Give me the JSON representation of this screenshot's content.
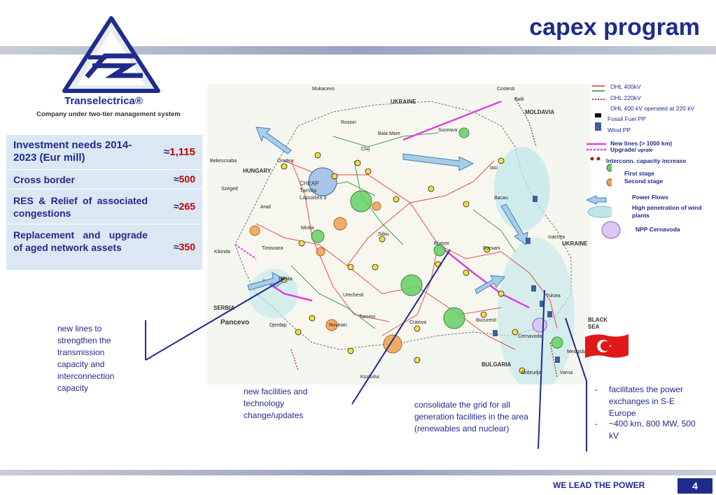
{
  "slide": {
    "title": "capex program",
    "company_name": "Transelectrica®",
    "company_tagline": "Company under two-tier management system",
    "footer_slogan": "WE LEAD THE POWER",
    "page_number": "4"
  },
  "investment_table": {
    "rows": [
      {
        "label": "Investment needs 2014-2023 (Eur mill)",
        "approx": "≈",
        "value": "1,115"
      },
      {
        "label": "Cross border",
        "approx": "≈",
        "value": "500"
      },
      {
        "label": "RES & Relief of associated congestions",
        "approx": "≈",
        "value": "265"
      },
      {
        "label": "Replacement and upgrade of aged network assets",
        "approx": "≈",
        "value": "350"
      }
    ]
  },
  "legend": {
    "ohl400": "OHL 400kV",
    "ohl220": "OHL 220kV",
    "ohl400_220": "OHL 400 kV  operated at 220 kV",
    "fossil": "Fossil Fuel PP",
    "wind": "Wind PP",
    "new_lines": "New lines (> 1000 km)",
    "upgrade": "Upgrade/",
    "uprate": "uprate",
    "interconn": "Interconn. capacity increase",
    "first_stage": "First stage",
    "second_stage": "Second stage",
    "power_flows": "Power Flows",
    "high_penetration": "High penetration of wind plants",
    "npp": "NPP Cernavoda"
  },
  "map_labels": {
    "ukraine_north": "UKRAINE",
    "moldavia": "MOLDAVIA",
    "hungary": "HUNGARY",
    "ukraine_east": "UKRAINE",
    "serbia": "SERBIA",
    "bulgaria": "BULGARIA",
    "black_sea": "BLACK SEA",
    "pancevo": "Pancevo",
    "cheap": "CHEAP Tarnita Lapustes ti",
    "mukacevo": "Mukacevo",
    "costesti": "Costesti",
    "balti": "Balti",
    "rosiori": "Rosiori",
    "baia_mare": "Baia Mare",
    "suceava": "Suceava",
    "bekescsaba": "Bekescsaba",
    "oradea": "Oradea",
    "cluj": "Cluj",
    "iasi": "Iasi",
    "szeged": "Szeged",
    "arad": "Arad",
    "mintia": "Mintia",
    "sibiu": "Sibiu",
    "bacau": "Bacau",
    "isaccea": "Isaccea",
    "kikinda": "Kikinda",
    "timisoara": "Timisoara",
    "resita": "Resita",
    "brasov": "Brasov",
    "focsani": "Focsani",
    "urechesti": "Urechesti",
    "bucuresti": "Bucuresti",
    "tulcea": "Tulcea",
    "turceni": "Turceni",
    "rovinari": "Rovinari",
    "craiova": "Craiova",
    "medgidia": "Medgidia",
    "cernavoda": "Cernavoda",
    "djerdap": "Djerdap",
    "varna": "Varna",
    "dobrudja": "Dobrudja",
    "kozlodui": "Kozlodui"
  },
  "annotations": {
    "new_lines": "new lines to strengthen the transmission capacity and interconnection capacity",
    "new_facilities": "new facilities and technology change/updates",
    "consolidate": "consolidate the grid for all generation facilities in the area (renewables and nuclear)",
    "bullet_dash": "-",
    "bullet1": "facilitates the power exchanges in S-E Europe",
    "bullet2": "~400 km, 800 MW, 500 kV"
  },
  "colors": {
    "brand_blue": "#1f2b8c",
    "accent_red": "#c00000",
    "table_bg": "#dbe7f3",
    "ohl400_red": "#e03030",
    "ohl220_green": "#2a8a2a",
    "new_line_magenta": "#e040e0"
  }
}
